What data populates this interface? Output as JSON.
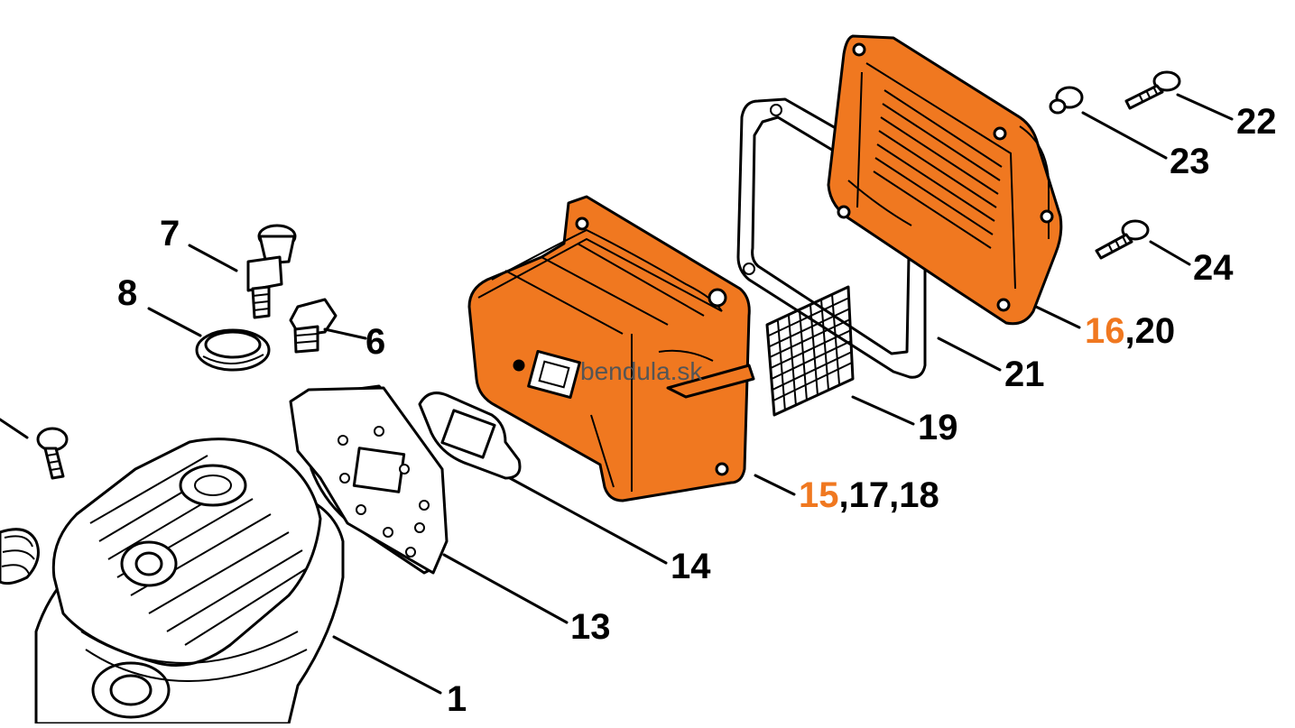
{
  "watermark": "bendula.sk",
  "colors": {
    "highlight": "#F07820",
    "ink": "#000000",
    "background": "#FFFFFF"
  },
  "labels": {
    "l1": "1",
    "l6": "6",
    "l7": "7",
    "l8": "8",
    "l13": "13",
    "l14": "14",
    "l15": "15",
    "l15_rest": ",17,18",
    "l16": "16",
    "l16_rest": ",20",
    "l19": "19",
    "l21": "21",
    "l22": "22",
    "l23": "23",
    "l24": "24"
  }
}
